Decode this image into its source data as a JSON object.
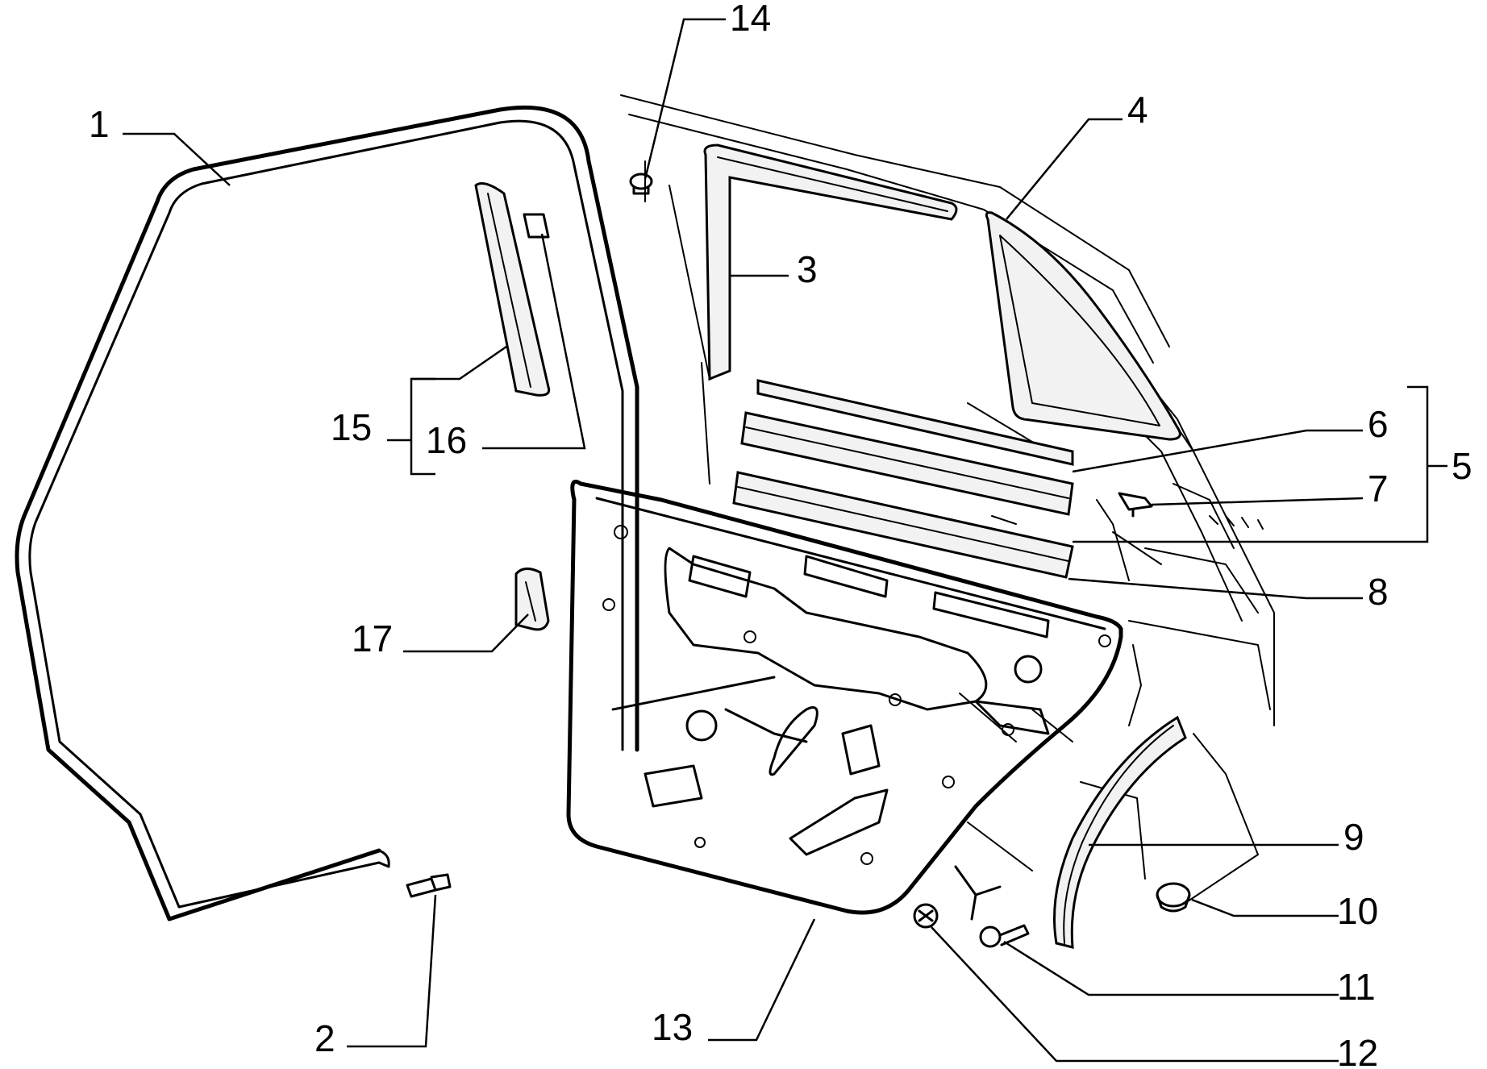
{
  "diagram": {
    "parts": [
      {
        "id": "1",
        "label": "1",
        "name": "door-frame-seal"
      },
      {
        "id": "2",
        "label": "2",
        "name": "pin"
      },
      {
        "id": "3",
        "label": "3",
        "name": "window-channel-seal"
      },
      {
        "id": "4",
        "label": "4",
        "name": "quarter-window-seal"
      },
      {
        "id": "5",
        "label": "5",
        "name": "beltline-seal-kit"
      },
      {
        "id": "6",
        "label": "6",
        "name": "outer-beltline-seal"
      },
      {
        "id": "7",
        "label": "7",
        "name": "clip"
      },
      {
        "id": "8",
        "label": "8",
        "name": "inner-beltline-seal"
      },
      {
        "id": "9",
        "label": "9",
        "name": "wheel-arch-seal"
      },
      {
        "id": "10",
        "label": "10",
        "name": "plug"
      },
      {
        "id": "11",
        "label": "11",
        "name": "screw"
      },
      {
        "id": "12",
        "label": "12",
        "name": "fastener-nut"
      },
      {
        "id": "13",
        "label": "13",
        "name": "door-inner-panel"
      },
      {
        "id": "14",
        "label": "14",
        "name": "stud"
      },
      {
        "id": "15",
        "label": "15",
        "name": "pillar-trim-kit"
      },
      {
        "id": "16",
        "label": "16",
        "name": "pillar-trim"
      },
      {
        "id": "17",
        "label": "17",
        "name": "grommet"
      }
    ]
  }
}
